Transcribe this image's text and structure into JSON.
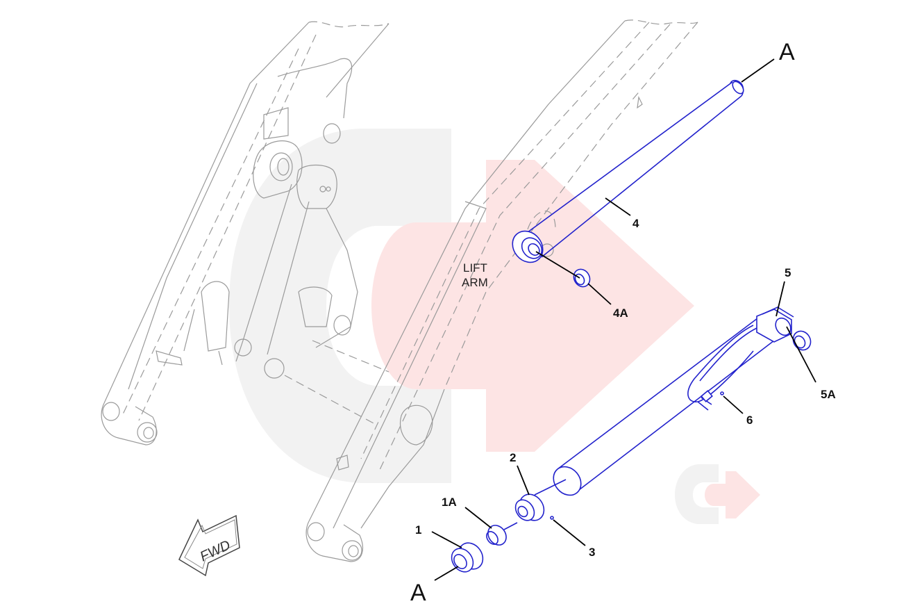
{
  "diagram": {
    "lift_arm_label": [
      "LIFT",
      "ARM"
    ],
    "fwd_label": "FWD",
    "callouts": {
      "c1": "1",
      "c1A": "1A",
      "c2": "2",
      "c3": "3",
      "c4": "4",
      "c4A": "4A",
      "c5": "5",
      "c5A": "5A",
      "c6": "6",
      "a_top": "A",
      "a_bottom": "A"
    },
    "colors": {
      "highlight_parts": "#2222cc",
      "frame_lines": "#9a9a9a",
      "watermark_grey": "#f2f2f2",
      "watermark_pink": "#fde4e4"
    },
    "watermark_icon": "logo-arrow-icon"
  }
}
